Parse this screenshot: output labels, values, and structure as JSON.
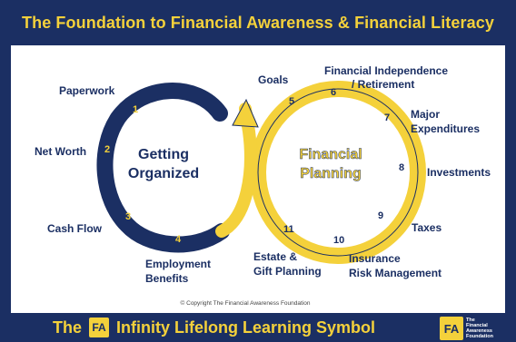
{
  "header": {
    "title": "The Foundation to Financial Awareness & Financial Literacy"
  },
  "diagram": {
    "left_loop_title": [
      "Getting",
      "Organized"
    ],
    "right_loop_title": [
      "Financial",
      "Planning"
    ],
    "steps": [
      {
        "num": "1",
        "label": [
          "Paperwork"
        ]
      },
      {
        "num": "2",
        "label": [
          "Net Worth"
        ]
      },
      {
        "num": "3",
        "label": [
          "Cash Flow"
        ]
      },
      {
        "num": "4",
        "label": [
          "Employment",
          "Benefits"
        ]
      },
      {
        "num": "5",
        "label": [
          "Goals"
        ]
      },
      {
        "num": "6",
        "label": [
          "Financial Independence",
          "/ Retirement"
        ]
      },
      {
        "num": "7",
        "label": [
          "Major",
          "Expenditures"
        ]
      },
      {
        "num": "8",
        "label": [
          "Investments"
        ]
      },
      {
        "num": "9",
        "label": [
          "Taxes"
        ]
      },
      {
        "num": "10",
        "label": [
          "Insurance",
          "Risk Management"
        ]
      },
      {
        "num": "11",
        "label": [
          "Estate &",
          "Gift Planning"
        ]
      }
    ],
    "copyright": "© Copyright The Financial Awareness Foundation",
    "colors": {
      "navy": "#1b2f63",
      "gold": "#f4d13b"
    }
  },
  "footer": {
    "prefix": "The",
    "logo_text": "FA",
    "suffix": "Infinity Lifelong Learning Symbol",
    "corner_logo_text": "FA",
    "corner_caption": [
      "The",
      "Financial",
      "Awareness",
      "Foundation"
    ]
  }
}
